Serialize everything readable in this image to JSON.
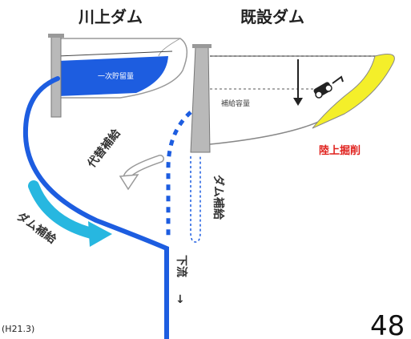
{
  "titles": {
    "upstream_dam": "川上ダム",
    "existing_dam": "既設ダム"
  },
  "labels": {
    "upstream_storage": "一次貯留量",
    "existing_storage": "補給容量",
    "land_excavation": "陸上掘削",
    "alternative_supply": "代替補給",
    "dam_supply_left": "ダム補給",
    "dam_supply_right": "ダム補給",
    "downstream": "下流",
    "downstream_arrow": "↓"
  },
  "footer": {
    "date_note": "(H21.3)",
    "page_number": "48"
  },
  "colors": {
    "water_blue": "#1d5de0",
    "teal_arrow": "#27b7e0",
    "excavation_yellow": "#f4ef2a",
    "dam_gray": "#b9b9b9",
    "red_label": "#e0201c"
  }
}
